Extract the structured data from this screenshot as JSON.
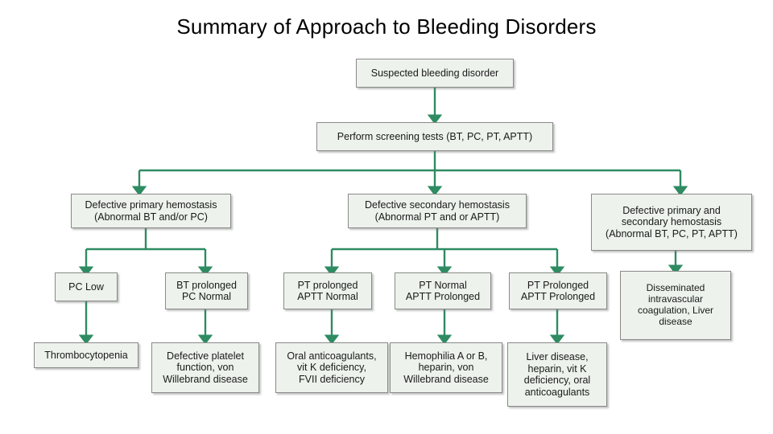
{
  "page": {
    "title": "Summary of Approach to Bleeding Disorders",
    "background_color": "#ffffff",
    "connector_color": "#2e8b62",
    "node_fill_color": "#edf2ec",
    "node_border_color": "#8a8a8a",
    "text_color": "#1a1a1a"
  },
  "nodes": {
    "suspected": "Suspected bleeding disorder",
    "screening": "Perform screening tests (BT, PC, PT, APTT)",
    "primary": "Defective primary hemostasis\n(Abnormal BT and/or PC)",
    "secondary": "Defective secondary hemostasis\n(Abnormal PT and or APTT)",
    "both": "Defective primary and\nsecondary hemostasis\n(Abnormal BT, PC, PT, APTT)",
    "pc_low": "PC Low",
    "bt_prolonged": "BT prolonged\nPC Normal",
    "pt_prolonged_aptt_normal": "PT prolonged\nAPTT Normal",
    "pt_normal_aptt_prolonged": "PT Normal\nAPTT Prolonged",
    "pt_prolonged_aptt_prolonged": "PT Prolonged\nAPTT Prolonged",
    "dic": "Disseminated\nintravascular\ncoagulation, Liver\ndisease",
    "thrombocytopenia": "Thrombocytopenia",
    "platelet_dysfunction": "Defective platelet\nfunction, von\nWillebrand disease",
    "oral_anticoagulants": "Oral anticoagulants,\nvit K deficiency,\nFVII deficiency",
    "hemophilia": "Hemophilia A or B,\nheparin, von\nWillebrand disease",
    "liver_disease": "Liver disease,\nheparin, vit K\ndeficiency, oral\nanticoagulants"
  }
}
